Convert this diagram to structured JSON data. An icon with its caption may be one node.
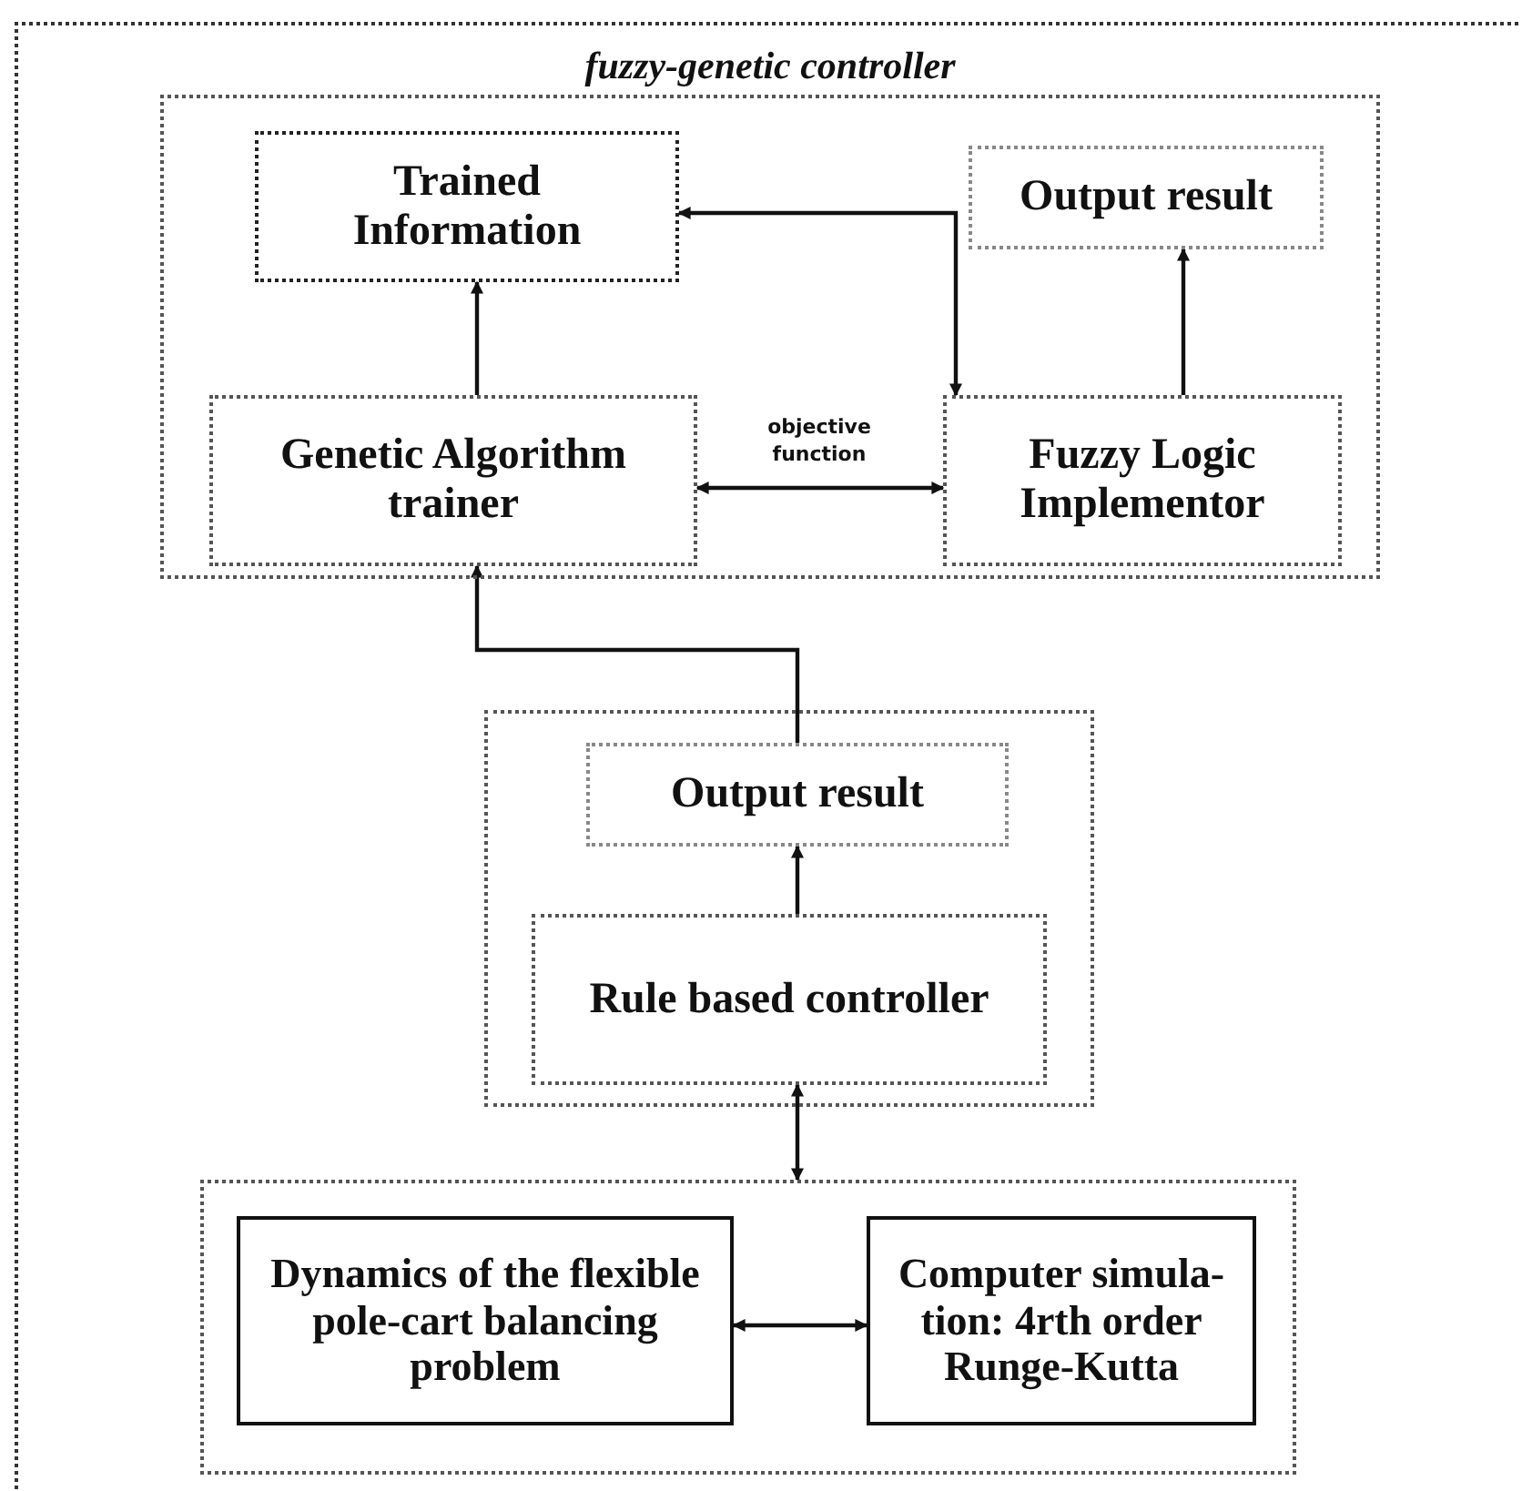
{
  "diagram": {
    "nodes": [
      {
        "text": [
          "fuzzy-genetic controller"
        ]
      },
      {
        "text": [
          "Trained Information"
        ],
        "in": 0
      },
      {
        "text": [
          "Output result"
        ],
        "in": 0
      },
      {
        "text": [
          "Genetic Algorithm trainer"
        ],
        "in": 0
      },
      {
        "text": [
          "Fuzzy Logic Implementor"
        ],
        "in": 0
      },
      {
        "text": [],
        "shape": "box"
      },
      {
        "text": [
          "Output result"
        ],
        "in": 5
      },
      {
        "text": [
          "Rule based controller"
        ],
        "in": 5
      },
      {
        "text": [],
        "shape": "box"
      },
      {
        "text": [
          "Dynamics of the flexible pole-cart balancing problem"
        ],
        "in": 8
      },
      {
        "text": [
          "Computer simula- tion: 4rth order Runge-Kutta"
        ],
        "in": 8
      }
    ],
    "edges": [
      {
        "from": 3,
        "to": 1,
        "arrow": "to"
      },
      {
        "from": 1,
        "to": 4,
        "arrow": "both"
      },
      {
        "from": 4,
        "to": 2,
        "arrow": "to"
      },
      {
        "from": 3,
        "to": 4,
        "arrow": "both",
        "label": "objective function"
      },
      {
        "from": 6,
        "to": 3,
        "arrow": "to"
      },
      {
        "from": 7,
        "to": 6,
        "arrow": "to"
      },
      {
        "from": 8,
        "to": 7,
        "arrow": "both"
      },
      {
        "from": 9,
        "to": 10,
        "arrow": "both"
      }
    ]
  }
}
